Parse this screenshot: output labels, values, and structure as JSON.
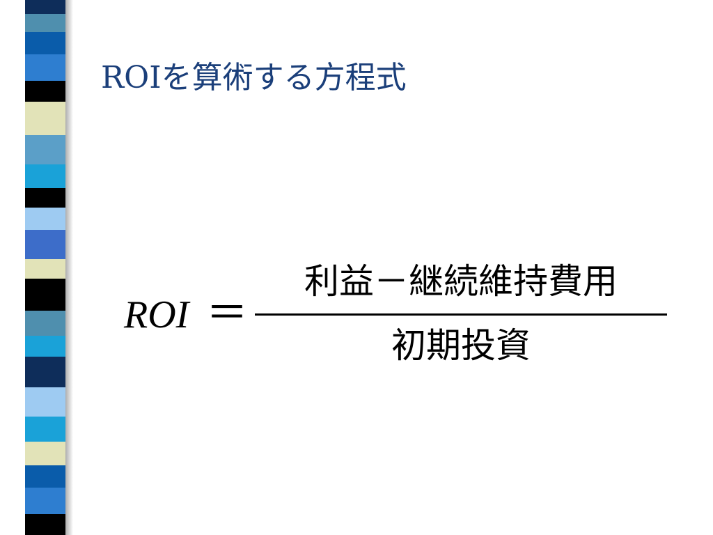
{
  "slide": {
    "title": "ROIを算術する方程式"
  },
  "formula": {
    "lhs": "ROI",
    "equals": "＝",
    "numerator": "利益－継続維持費用",
    "denominator": "初期投資"
  },
  "decoration": {
    "stripe_colors": [
      "#0e2d5a",
      "#4f8fae",
      "#0a5caa",
      "#2e7ed0",
      "#000000",
      "#e2e3b8",
      "#5b9fc8",
      "#1aa2d8",
      "#9ecbf2",
      "#3d6dc9",
      "#ffffff"
    ]
  }
}
